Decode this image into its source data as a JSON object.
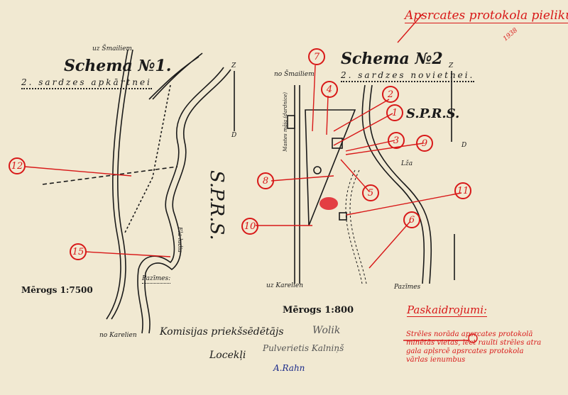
{
  "header": {
    "annex_title": "Apsrcates protokola pielikums",
    "annex_note": "1938"
  },
  "scheme1": {
    "title": "Schema №1.",
    "subtitle": "2. sardzes apkārtnei",
    "to_north": "uz Šmailiem",
    "to_south": "no Karelien",
    "country": "S.P.R.S.",
    "north": "Z",
    "south": "D",
    "scale": "Mērogs 1:7500",
    "legend_label": "Pazīmes:",
    "stream": "Ela-ludia"
  },
  "scheme2": {
    "title": "Schema №2",
    "subtitle": "2. sardzes novietnei.",
    "to_north": "no Šmailiem",
    "to_south": "uz Karelien",
    "house": "Mastes māja (dardnice)",
    "country": "S.P.R.S.",
    "north": "Z",
    "south": "D",
    "river": "Lža",
    "legend_label": "Pazīmes",
    "scale": "Mērogs 1:800"
  },
  "markers": [
    "1",
    "2",
    "3",
    "4",
    "5",
    "6",
    "7",
    "8",
    "9",
    "10",
    "11",
    "12",
    "15"
  ],
  "signatures": {
    "chairman_label": "Komisijas priekšsēdētājs",
    "chairman_sig": "Wolik",
    "members_label": "Locekļi",
    "member1_sig": "Pulverietis Kalniņš",
    "member2_sig": "A.Rahn"
  },
  "legend": {
    "title": "Paskaidrojumi:",
    "text": "Strēles norāda apsrcates protokolā minētās vietas, lect rauīti strēles atra gala apļsrcē apsrcates protokola vārlas ienumbus"
  },
  "colors": {
    "paper": "#f1e9d2",
    "ink": "#1a1a1a",
    "red": "#d81818",
    "blue": "#1a2a8a"
  }
}
